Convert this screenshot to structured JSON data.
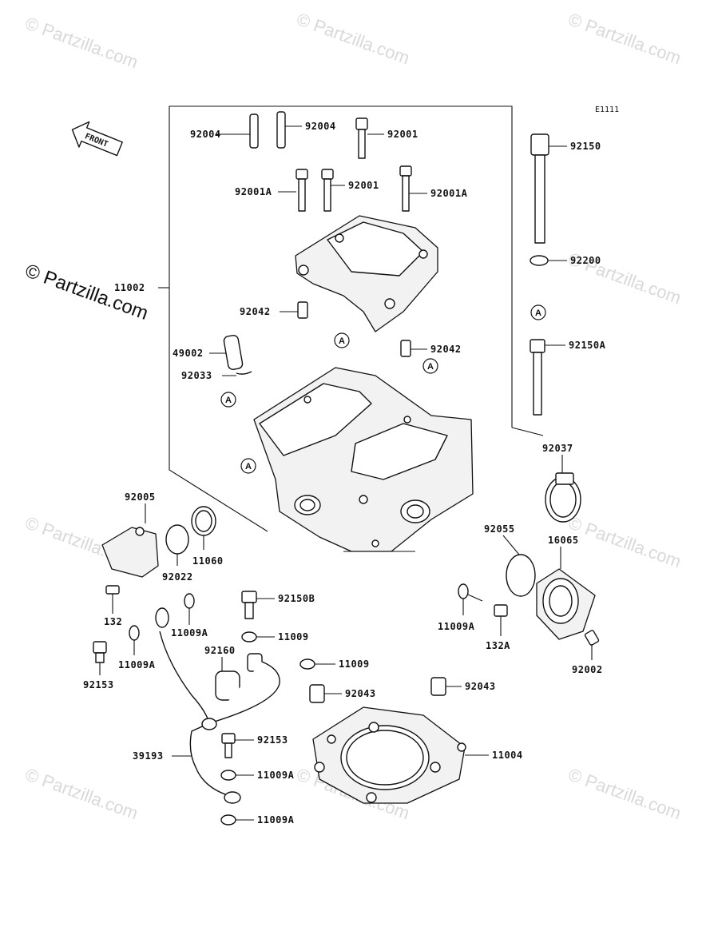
{
  "diagram": {
    "ref_code": "E1111",
    "front_label": "FRONT",
    "brand": "© Partzilla.com",
    "watermark": "© Partzilla.com",
    "callout_letter": "A",
    "colors": {
      "ink": "#111111",
      "watermark": "#d9d9d9",
      "background": "#ffffff"
    }
  },
  "labels": [
    "92004",
    "92004",
    "92001",
    "92150",
    "92001A",
    "92001",
    "92001A",
    "11002",
    "92200",
    "92042",
    "92042",
    "92150A",
    "49002",
    "92033",
    "92037",
    "92005",
    "92055",
    "16065",
    "11060",
    "92022",
    "92150B",
    "132",
    "11009A",
    "11009A",
    "132A",
    "11009",
    "92160",
    "11009",
    "11009A",
    "92002",
    "92153",
    "92043",
    "92043",
    "92153",
    "39193",
    "11004",
    "11009A",
    "11009A"
  ]
}
